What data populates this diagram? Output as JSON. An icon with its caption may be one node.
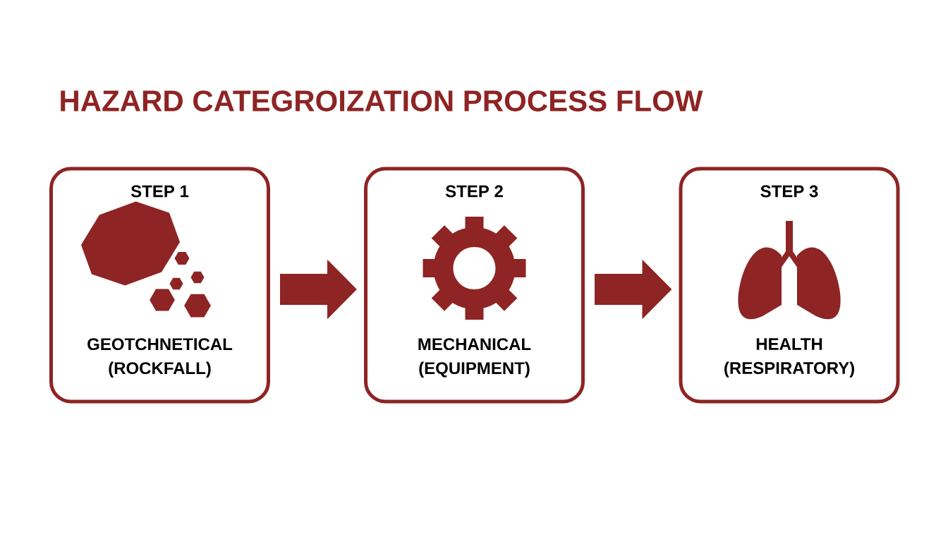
{
  "diagram": {
    "title": "HAZARD CATEGROIZATION PROCESS FLOW",
    "nodes": [
      {
        "text": [
          "STEP 1",
          "GEOTCHNETICAL (ROCKFALL)"
        ]
      },
      {
        "text": [
          "STEP 2",
          "MECHANICAL (EQUIPMENT)"
        ]
      },
      {
        "text": [
          "STEP 3",
          "HEALTH (RESPIRATORY)"
        ]
      }
    ],
    "edges": [
      {
        "from": 0,
        "to": 1,
        "arrow": "to"
      },
      {
        "from": 1,
        "to": 2,
        "arrow": "to"
      }
    ]
  }
}
